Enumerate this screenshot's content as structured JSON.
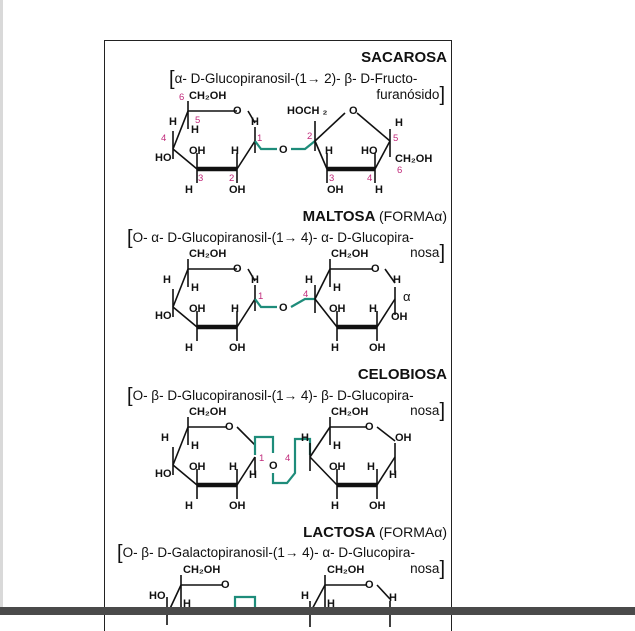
{
  "sections": [
    {
      "title": "SACAROSA",
      "title_suffix": "",
      "line1": "α- D-Glucopiranosil-(1→ 2)- β- D-Fructo-",
      "line2": "furanósido"
    },
    {
      "title": "MALTOSA",
      "title_suffix": "(FORMAα)",
      "line1": "O- α- D-Glucopiranosil-(1→ 4)- α- D-Glucopira-",
      "line2": "nosa"
    },
    {
      "title": "CELOBIOSA",
      "title_suffix": "",
      "line1": "O- β- D-Glucopiranosil-(1→ 4)- β- D-Glucopira-",
      "line2": "nosa"
    },
    {
      "title": "LACTOSA",
      "title_suffix": "(FORMAα)",
      "line1": "O- β- D-Galactopiranosil-(1→ 4)- α- D-Glucopira-",
      "line2": "nosa"
    }
  ],
  "labels": {
    "ch2oh": "CH₂OH",
    "hoch2": "HOCH ₂",
    "h": "H",
    "oh": "OH",
    "ho": "HO",
    "o": "O",
    "alpha": "α"
  },
  "atom_numbers": {
    "n1": "1",
    "n2": "2",
    "n3": "3",
    "n4": "4",
    "n5": "5",
    "n6": "6"
  },
  "colors": {
    "accent_magenta": "#c0297a",
    "bond_teal": "#1e8c7a",
    "bond_dark": "#111111"
  }
}
